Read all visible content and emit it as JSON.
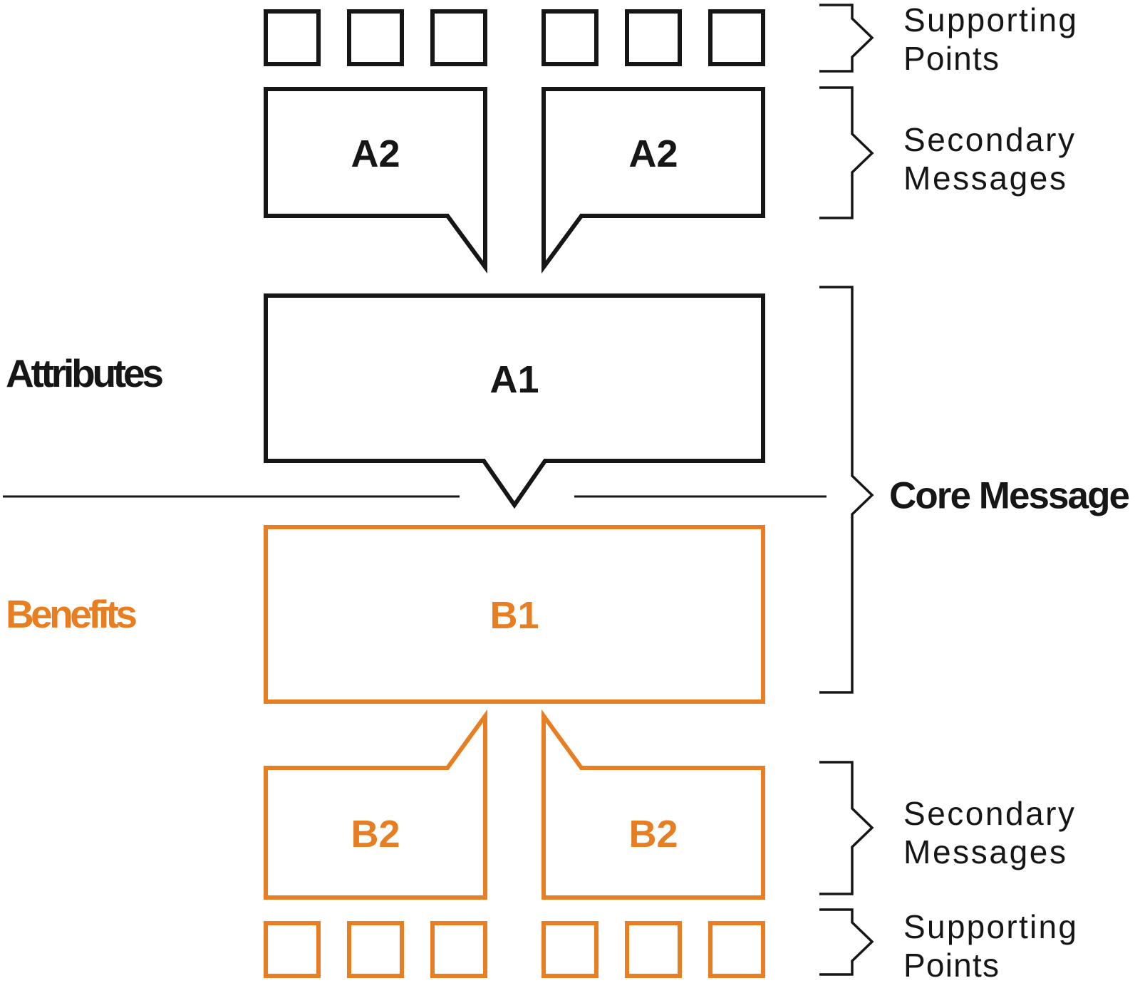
{
  "colors": {
    "ink": "#161616",
    "orange": "#E87E22",
    "background": "#ffffff"
  },
  "row_labels": {
    "attributes": "Attributes",
    "benefits": "Benefits"
  },
  "boxes": {
    "a2_left": "A2",
    "a2_right": "A2",
    "a1": "A1",
    "b1": "B1",
    "b2_left": "B2",
    "b2_right": "B2"
  },
  "annotations": {
    "supporting_top": {
      "line1": "Supporting",
      "line2": "Points"
    },
    "secondary_top": {
      "line1": "Secondary",
      "line2": "Messages"
    },
    "core_message": "Core Message",
    "secondary_bottom": {
      "line1": "Secondary",
      "line2": "Messages"
    },
    "supporting_bottom": {
      "line1": "Supporting",
      "line2": "Points"
    }
  }
}
